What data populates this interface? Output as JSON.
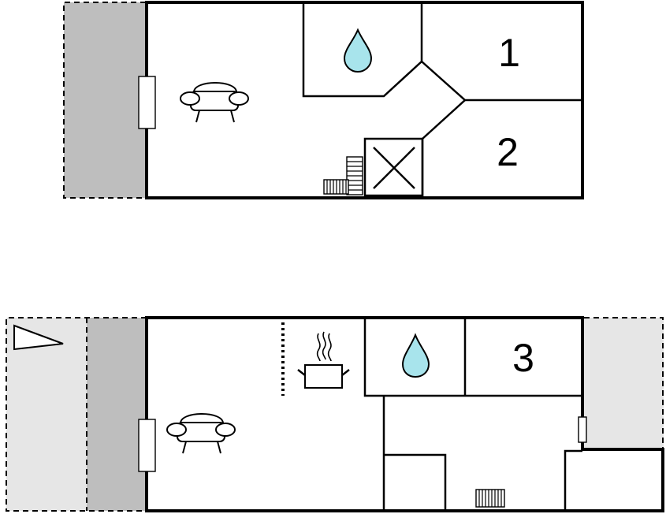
{
  "colors": {
    "wall": "#000000",
    "terrace_dark": "#bebebe",
    "terrace_light": "#e6e6e6",
    "water": "#a8e4ec",
    "background": "#ffffff"
  },
  "upper_floor": {
    "room_labels": [
      "1",
      "2"
    ],
    "icons": [
      "water-drop-icon",
      "sofa-icon",
      "stairs-icon",
      "void-cross-icon",
      "radiator-icon",
      "window-icon"
    ]
  },
  "lower_floor": {
    "room_labels": [
      "3"
    ],
    "icons": [
      "water-drop-icon",
      "sofa-icon",
      "cooking-pot-icon",
      "north-arrow-icon",
      "radiator-icon",
      "window-icon"
    ]
  }
}
